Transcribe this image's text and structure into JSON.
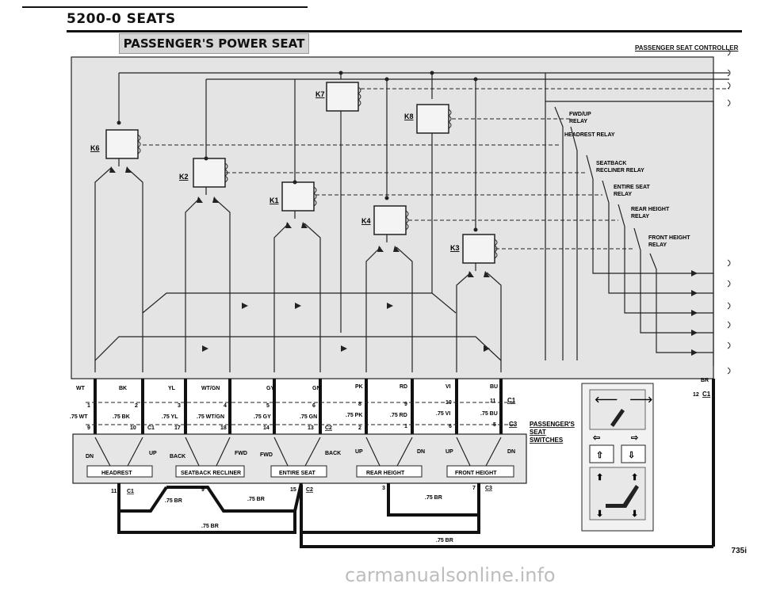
{
  "header": {
    "title": "5200-0  SEATS"
  },
  "title_box": "PASSENGER'S POWER SEAT",
  "controller_label": "PASSENGER SEAT CONTROLLER",
  "relays": {
    "k7": "K7",
    "k8": "K8",
    "k6": "K6",
    "k2": "K2",
    "k1": "K1",
    "k4": "K4",
    "k3": "K3"
  },
  "relay_labels": {
    "fwd_up_1": "FWD/UP",
    "fwd_up_2": "RELAY",
    "headrest": "HEADREST RELAY",
    "seatback_1": "SEATBACK",
    "seatback_2": "RECLINER RELAY",
    "entire_1": "ENTIRE SEAT",
    "entire_2": "RELAY",
    "rear_1": "REAR HEIGHT",
    "rear_2": "RELAY",
    "front_1": "FRONT HEIGHT",
    "front_2": "RELAY"
  },
  "wires": {
    "wt": "WT",
    "bk": "BK",
    "yl": "YL",
    "wtgn": "WT/GN",
    "gy": "GY",
    "gn": "GN",
    "pk": "PK",
    "rd": "RD",
    "vi": "VI",
    "bu": "BU",
    "br": "BR",
    "wt75": ".75 WT",
    "bk75": ".75 BK",
    "yl75": ".75 YL",
    "wtgn75": ".75 WT/GN",
    "gy75": ".75 GY",
    "gn75": ".75 GN",
    "pk75": ".75 PK",
    "rd75": ".75 RD",
    "vi75": ".75 VI",
    "bu75": ".75 BU",
    "br75a": ".75 BR",
    "br75b": ".75 BR",
    "br75c": ".75 BR",
    "br75d": ".75 BR",
    "br75e": ".75 BR"
  },
  "pins": {
    "p1": "1",
    "p2": "2",
    "p3": "3",
    "p4": "4",
    "p5": "5",
    "p6": "6",
    "p8": "8",
    "p9": "9",
    "p10": "10",
    "p11": "11",
    "p12": "12",
    "p9b": "9",
    "p10b": "10",
    "p17": "17",
    "p18": "18",
    "p14": "14",
    "p13": "13",
    "p2b": "2",
    "p1b": "1",
    "p6b": "6",
    "p5b": "5",
    "p11b": "11",
    "p9c": "9",
    "p15": "15",
    "p3b": "3",
    "p7": "7"
  },
  "connectors": {
    "c1": "C1",
    "c1b": "C1",
    "c1c": "C1",
    "c1d": "C1",
    "c2": "C2",
    "c2b": "C2",
    "c3": "C3",
    "c3b": "C3"
  },
  "switches": {
    "headrest": "HEADREST",
    "recliner": "SEATBACK RECLINER",
    "entire": "ENTIRE SEAT",
    "rear": "REAR HEIGHT",
    "front": "FRONT HEIGHT",
    "dn": "DN",
    "up": "UP",
    "back": "BACK",
    "fwd": "FWD",
    "fwd2": "FWD",
    "back2": "BACK",
    "up2": "UP",
    "dn2": "DN",
    "up3": "UP",
    "dn3": "DN",
    "label_1": "PASSENGER'S",
    "label_2": "SEAT",
    "label_3": "SWITCHES"
  },
  "ref": "735i",
  "watermark": "carmanualsonline.info"
}
